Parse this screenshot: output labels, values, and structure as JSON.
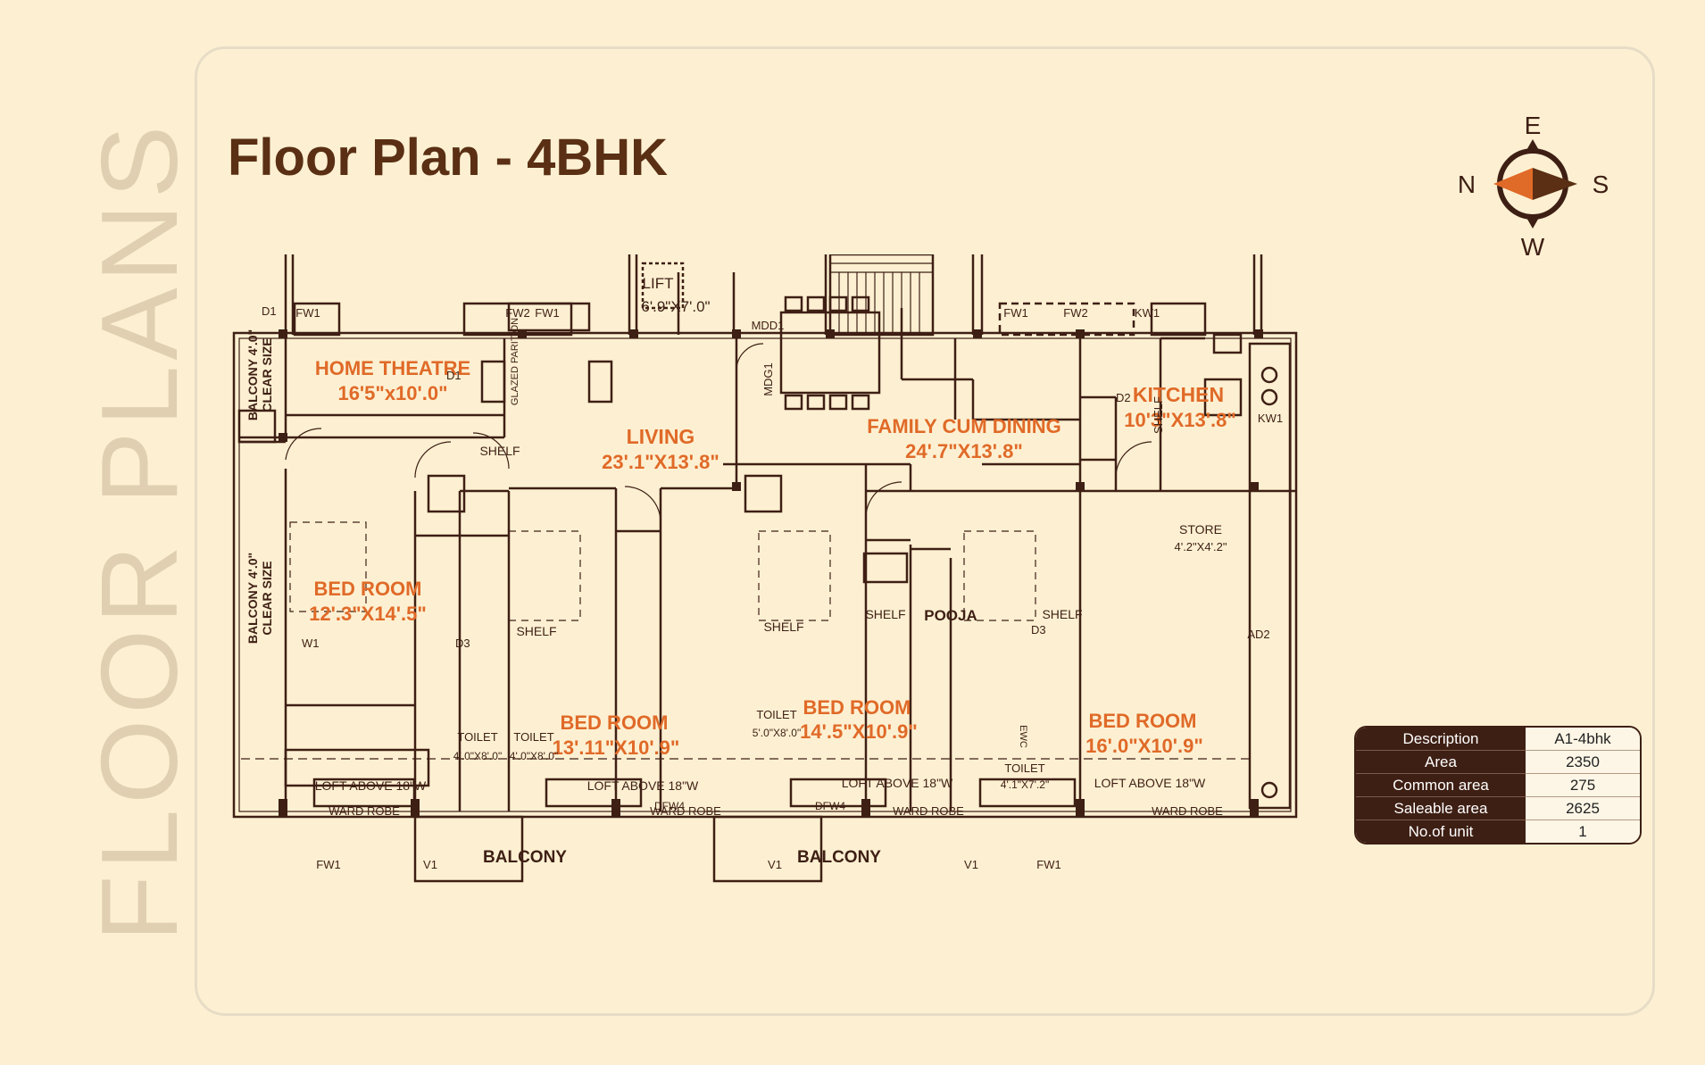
{
  "side_title": "FLOOR PLANS",
  "title": "Floor Plan - 4BHK",
  "compass": {
    "north": "N",
    "south": "S",
    "east": "E",
    "west": "W"
  },
  "colors": {
    "background": "#fdf0d2",
    "wall": "#3e1f14",
    "room_label": "#e06a28",
    "title": "#5a2f14"
  },
  "rooms": {
    "home_theatre": {
      "name": "HOME THEATRE",
      "size": "16'5\"x10'.0\""
    },
    "living": {
      "name": "LIVING",
      "size": "23'.1\"X13'.8\""
    },
    "family_dining": {
      "name": "FAMILY CUM DINING",
      "size": "24'.7\"X13'.8\""
    },
    "kitchen": {
      "name": "KITCHEN",
      "size": "10'3\"X13'.8\""
    },
    "bed1": {
      "name": "BED ROOM",
      "size": "12'.3\"X14'.5\""
    },
    "bed2": {
      "name": "BED ROOM",
      "size": "13'.11\"X10'.9\""
    },
    "bed3": {
      "name": "BED ROOM",
      "size": "14'.5\"X10'.9\""
    },
    "bed4": {
      "name": "BED ROOM",
      "size": "16'.0\"X10'.9\""
    }
  },
  "labels": {
    "lift": "LIFT",
    "lift_size": "6'.9\"X7'.0\"",
    "balcony_left_1": "BALCONY 4'.0\"",
    "balcony_left_1b": "CLEAR SIZE",
    "balcony_left_2": "BALCONY 4'.0\"",
    "balcony_left_2b": "CLEAR SIZE",
    "balcony": "BALCONY",
    "pooja": "POOJA",
    "shelf": "SHELF",
    "store": "STORE",
    "store_size": "4'.2\"X4'.2\"",
    "toilet": "TOILET",
    "toilet_a": "4'.0\"X8'.0\"",
    "toilet_b": "4'.0\"X8'.0\"",
    "toilet_c": "5'.0\"X8'.0\"",
    "toilet_d": "4'.1\"X7'.2\"",
    "loft": "LOFT ABOVE 18\"W",
    "wardrobe": "WARD ROBE",
    "glazed": "GLAZED PARITION",
    "fw1": "FW1",
    "fw2": "FW2",
    "kw1": "KW1",
    "d1": "D1",
    "d2": "D2",
    "d3": "D3",
    "w1": "W1",
    "v1": "V1",
    "mdd1": "MDD1",
    "mdg1": "MDG1",
    "dfw4": "DFW4",
    "ad2": "AD2",
    "ewc": "EWC"
  },
  "table": {
    "rows": [
      {
        "label": "Description",
        "value": "A1-4bhk"
      },
      {
        "label": "Area",
        "value": "2350"
      },
      {
        "label": "Common area",
        "value": "275"
      },
      {
        "label": "Saleable area",
        "value": "2625"
      },
      {
        "label": "No.of unit",
        "value": "1"
      }
    ]
  }
}
